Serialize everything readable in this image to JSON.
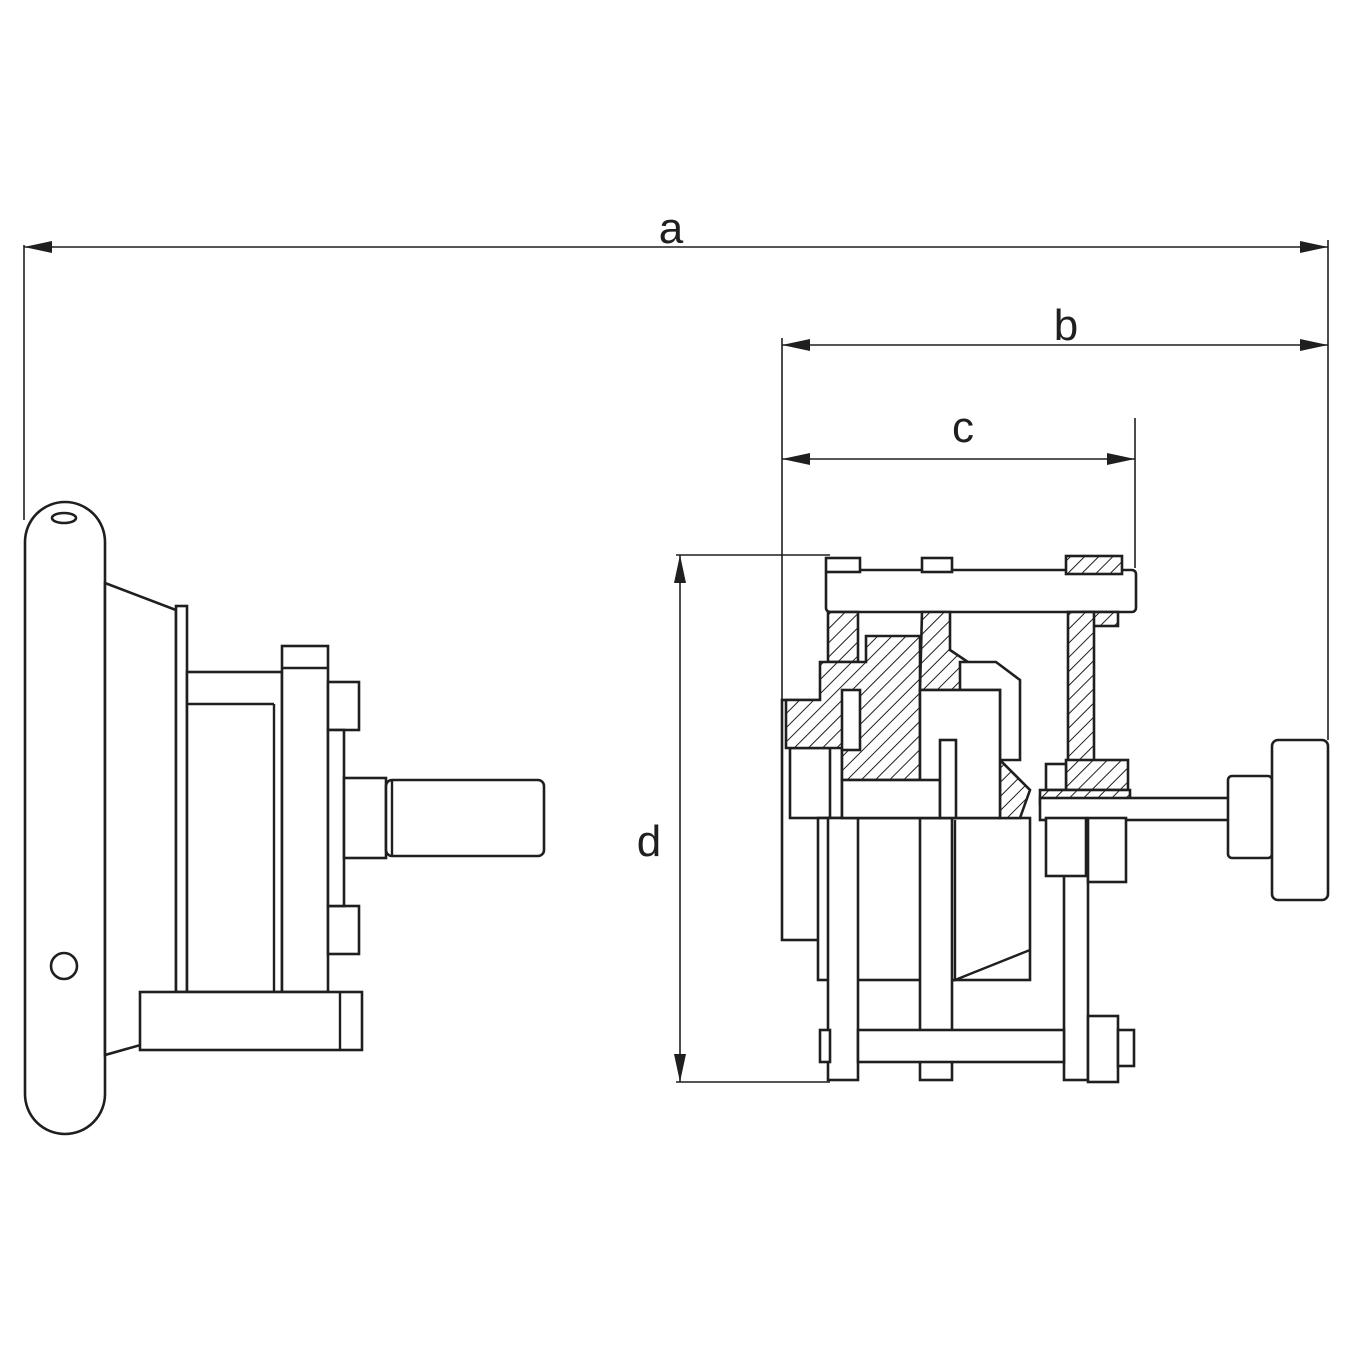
{
  "dimensions": {
    "a": "a",
    "b": "b",
    "c": "c",
    "d": "d"
  },
  "colors": {
    "line": "#1f1f1f",
    "background": "#ffffff"
  }
}
